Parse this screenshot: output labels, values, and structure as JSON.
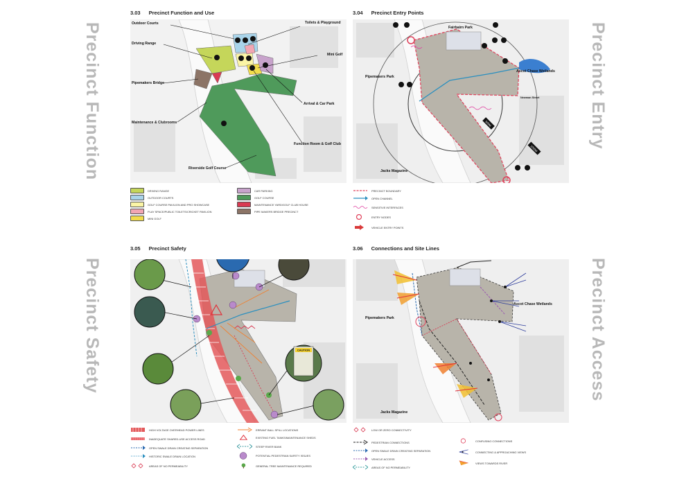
{
  "side_titles": {
    "function": "Precinct Function",
    "entry": "Precinct Entry",
    "safety": "Precinct Safety",
    "access": "Precinct Access"
  },
  "sections": {
    "s303": {
      "num": "3.03",
      "title": "Precinct Function and Use"
    },
    "s304": {
      "num": "3.04",
      "title": "Precinct Entry Points"
    },
    "s305": {
      "num": "3.05",
      "title": "Precinct Safety"
    },
    "s306": {
      "num": "3.06",
      "title": "Connections and Site Lines"
    }
  },
  "function_labels": {
    "outdoor_courts": "Outdoor Courts",
    "driving_range": "Driving Range",
    "pipemakers_bridge": "Pipemakers Bridge",
    "maintenance": "Maintenance & Clubrooms",
    "riverside": "Riverside Golf Course",
    "toilets": "Toilets & Playground",
    "mini_golf": "Mini Golf",
    "arrival": "Arrival & Car Park",
    "function_room": "Function Room & Golf Club"
  },
  "function_legend": [
    {
      "label": "DRIVING RANGE",
      "color": "#c5d65a"
    },
    {
      "label": "OUTDOOR COURTS",
      "color": "#a9d4ea"
    },
    {
      "label": "GOLF COURSE PAVILION AND PRO SHOWCASE",
      "color": "#fbf5a6"
    },
    {
      "label": "PLAY SPACE/PUBLIC TOILETS/CRICKET PAVILION",
      "color": "#f2a6b3"
    },
    {
      "label": "MINI GOLF",
      "color": "#f2dc4c"
    },
    {
      "label": "CAR PARKING",
      "color": "#c8a3cc"
    },
    {
      "label": "GOLF COURSE",
      "color": "#4f9a5b"
    },
    {
      "label": "MAINTENANCE YARD/GOLF CLUB HOUSE",
      "color": "#d93a52"
    },
    {
      "label": "PIPE MAKERS BRIDGE PRECINCT",
      "color": "#8c7466"
    }
  ],
  "entry_labels": {
    "fairbairn": "Fairbairn Park",
    "pipemakers": "Pipemakers Park",
    "ascot": "Ascot Chase Wetlands",
    "newman": "Newman Street",
    "jacks": "Jacks Magazine",
    "ring_inner": "500M",
    "ring_outer": "1000M"
  },
  "entry_legend": [
    "Precinct BOUNDARY",
    "OPEN CHANNEL",
    "SENSITIVE INTERFACES",
    "ENTRY NODES",
    "VEHICLE ENTRY POINTS"
  ],
  "safety_sign": "CAUTION",
  "safety_legend": {
    "col1": [
      "HIGH VOLTAGE OVERHEAD POWER LINES",
      "INADEQUATE SHARED-USE ACCESS ROAD",
      "OPEN SWALE DRAIN CREATING SEPARATION",
      "HISTORIC SWALE DRAIN LOCATION",
      "AREAS OF NO PERMEABILITY"
    ],
    "col2": [
      "ERRANT BALL SPILL LOCATIONS",
      "EXISTING FUEL TANKS/MAINTENANCE SHEDS",
      "STEEP RIVER BANK",
      "POTENTIAL PEDESTRIAN SAFETY ISSUES",
      "GENERAL TREE MAINTENANCE REQUIRED"
    ]
  },
  "access_labels": {
    "pipemakers": "Pipemakers Park",
    "ascot": "Ascot Chase Wetlands",
    "jacks": "Jacks Magazine"
  },
  "access_legend": {
    "col1": [
      "LOW OR ZERO CONNECTIVITY",
      "PEDESTRIAN CONNECTIONS",
      "OPEN SWALE DRAIN CREATING SEPARATION",
      "VEHICLE ACCESS",
      "AREAS OF NO PERMEABILITY"
    ],
    "col2": [
      "CONFUSING CONNECTIONS",
      "CONNECTING & APPROACHING VIEWS",
      "VIEWS TOWARDS RIVER"
    ]
  }
}
